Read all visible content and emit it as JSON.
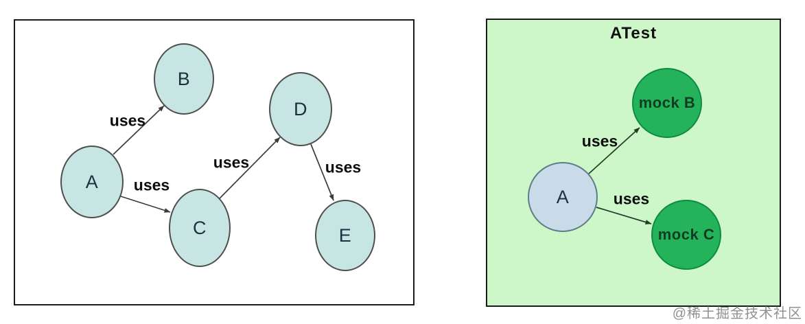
{
  "page": {
    "background": "#ffffff"
  },
  "watermark": {
    "text": "@稀土掘金技术社区",
    "color": "#7d7d7d"
  },
  "colors": {
    "panel_border": "#1b1b1b",
    "left_panel_bg": "#ffffff",
    "left_node_fill": "#c7e5e2",
    "left_node_border": "#4e4e4e",
    "right_panel_bg": "#cdf6c9",
    "right_node_a_fill": "#c9dbe9",
    "right_node_a_border": "#5c7d87",
    "mock_node_fill": "#24b35b",
    "mock_node_border": "#0e8a43",
    "arrow_color_left": "#3b3b3b",
    "arrow_color_right": "#223c28",
    "edge_label_color": "#0d0d0d"
  },
  "left_diagram": {
    "nodes": [
      {
        "id": "A",
        "label": "A"
      },
      {
        "id": "B",
        "label": "B"
      },
      {
        "id": "C",
        "label": "C"
      },
      {
        "id": "D",
        "label": "D"
      },
      {
        "id": "E",
        "label": "E"
      }
    ],
    "edges": [
      {
        "from": "A",
        "to": "B",
        "label": "uses"
      },
      {
        "from": "A",
        "to": "C",
        "label": "uses"
      },
      {
        "from": "C",
        "to": "D",
        "label": "uses"
      },
      {
        "from": "D",
        "to": "E",
        "label": "uses"
      }
    ]
  },
  "right_diagram": {
    "title": "ATest",
    "nodes": [
      {
        "id": "A",
        "label": "A",
        "type": "real"
      },
      {
        "id": "mockB",
        "label": "mock B",
        "type": "mock"
      },
      {
        "id": "mockC",
        "label": "mock C",
        "type": "mock"
      }
    ],
    "edges": [
      {
        "from": "A",
        "to": "mockB",
        "label": "uses"
      },
      {
        "from": "A",
        "to": "mockC",
        "label": "uses"
      }
    ]
  }
}
